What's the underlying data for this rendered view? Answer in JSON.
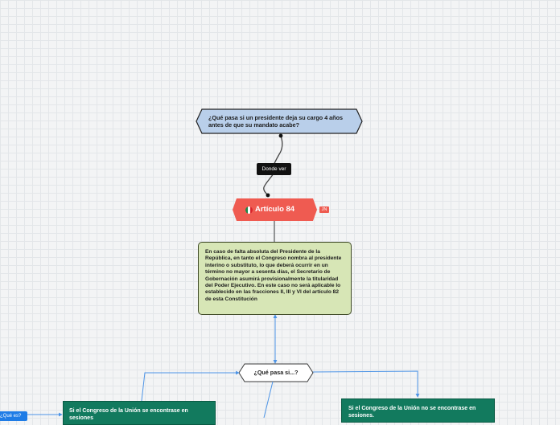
{
  "colors": {
    "question_fill": "#b9cfea",
    "article_fill": "#ef5b51",
    "body_fill": "#d7e6b6",
    "branch_fill": "#127a5e",
    "link_blue": "#4d94e6"
  },
  "question": {
    "text": "¿Qué pasa si un presidente deja su cargo 4 años antes de que su mandato acabe?"
  },
  "connector": {
    "label": "Donde ver"
  },
  "article": {
    "icon": "mexico-flag-icon",
    "title": "Artículo 84",
    "author_badge": "JN"
  },
  "article_body": {
    "text": "En caso de falta absoluta del Presidente de la República, en tanto el Congreso nombra al presidente interino o substituto, lo que deberá ocurrir en un término no mayor a sesenta días, el Secretario de Gobernación asumirá provisionalmente la titularidad del Poder Ejecutivo. En este caso no será aplicable lo establecido en las fracciones II, III y VI del artículo 82 de esta Constitución"
  },
  "branch_question": {
    "text": "¿Qué pasa si...?"
  },
  "branches": {
    "left": "Si  el Congreso de la Unión se encontrase en sesiones",
    "right": "Si el Congreso de la Unión no se encontrase en sesiones."
  },
  "side_pill": {
    "text": "¿Qué es?"
  }
}
